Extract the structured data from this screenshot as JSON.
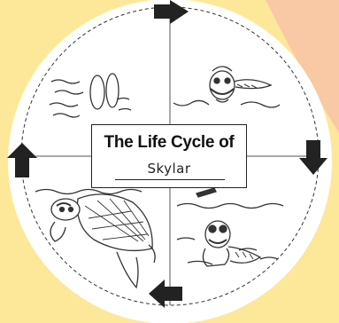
{
  "worksheet": {
    "title": "The Life Cycle of",
    "name": "Skylar"
  },
  "colors": {
    "background": "#fde89a",
    "paper": "#ffffff",
    "peach_corner": "#f8c9a4",
    "ink": "#222222"
  },
  "stages": [
    "eggs-drawing",
    "hatchling-drawing",
    "juvenile-turtle-drawing",
    "adult-turtle-drawing"
  ],
  "arrows": [
    "arrow-right-icon",
    "arrow-down-icon",
    "arrow-left-icon",
    "arrow-up-icon"
  ]
}
